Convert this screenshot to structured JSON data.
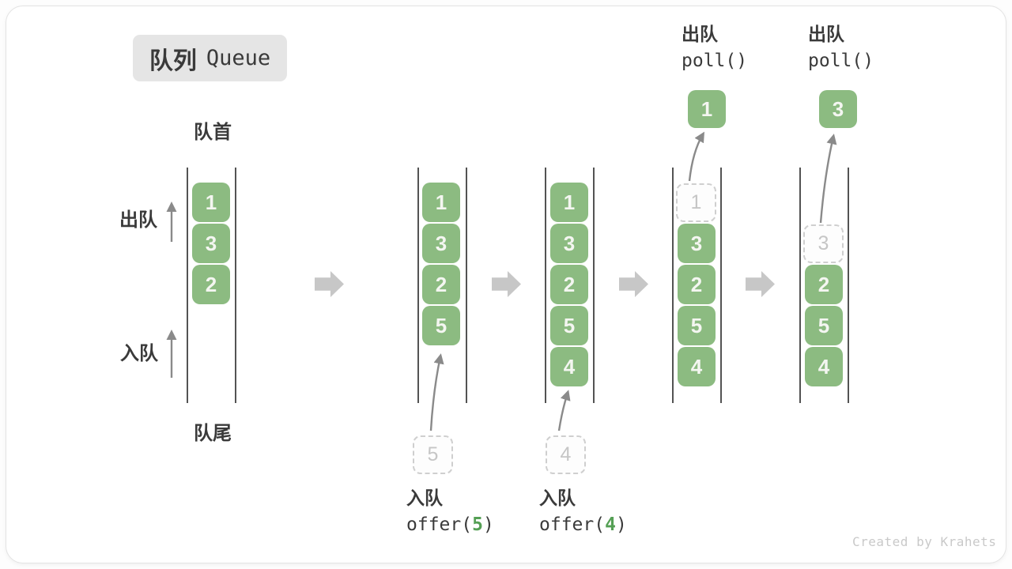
{
  "title": {
    "zh": "队列",
    "en": "Queue"
  },
  "labels": {
    "front": "队首",
    "rear": "队尾",
    "dequeue": "出队",
    "enqueue": "入队"
  },
  "columns": [
    {
      "name": "state-initial",
      "cells": [
        {
          "v": "1",
          "kind": "filled"
        },
        {
          "v": "3",
          "kind": "filled"
        },
        {
          "v": "2",
          "kind": "filled"
        }
      ]
    },
    {
      "name": "state-after-offer-5",
      "cells": [
        {
          "v": "1",
          "kind": "filled"
        },
        {
          "v": "3",
          "kind": "filled"
        },
        {
          "v": "2",
          "kind": "filled"
        },
        {
          "v": "5",
          "kind": "filled"
        }
      ]
    },
    {
      "name": "state-after-offer-4",
      "cells": [
        {
          "v": "1",
          "kind": "filled"
        },
        {
          "v": "3",
          "kind": "filled"
        },
        {
          "v": "2",
          "kind": "filled"
        },
        {
          "v": "5",
          "kind": "filled"
        },
        {
          "v": "4",
          "kind": "filled"
        }
      ]
    },
    {
      "name": "state-after-poll-1",
      "cells": [
        {
          "v": "1",
          "kind": "ghost"
        },
        {
          "v": "3",
          "kind": "filled"
        },
        {
          "v": "2",
          "kind": "filled"
        },
        {
          "v": "5",
          "kind": "filled"
        },
        {
          "v": "4",
          "kind": "filled"
        }
      ]
    },
    {
      "name": "state-after-poll-3",
      "cells": [
        {
          "v": "",
          "kind": "empty"
        },
        {
          "v": "3",
          "kind": "ghost"
        },
        {
          "v": "2",
          "kind": "filled"
        },
        {
          "v": "5",
          "kind": "filled"
        },
        {
          "v": "4",
          "kind": "filled"
        }
      ]
    }
  ],
  "operations": {
    "enqueue5": {
      "label": "入队",
      "fn": "offer(",
      "arg": "5",
      "close": ")",
      "ghost_value": "5"
    },
    "enqueue4": {
      "label": "入队",
      "fn": "offer(",
      "arg": "4",
      "close": ")",
      "ghost_value": "4"
    },
    "poll1": {
      "label": "出队",
      "fn": "poll()",
      "value": "1"
    },
    "poll3": {
      "label": "出队",
      "fn": "poll()",
      "value": "3"
    }
  },
  "watermark": "Created by Krahets",
  "colors": {
    "cell_green": "#8CBB81",
    "cell_text": "#F4F6F1",
    "code_green": "#55A055",
    "ghost_border": "#CFCFCF",
    "ghost_text": "#C6C6C6",
    "text_dark": "#3A3A3A",
    "wall": "#535353",
    "block_arrow": "#C7C7C7",
    "curve_arrow": "#8A8A8A",
    "badge_bg": "#E5E5E5",
    "watermark": "#C9C9C9"
  }
}
